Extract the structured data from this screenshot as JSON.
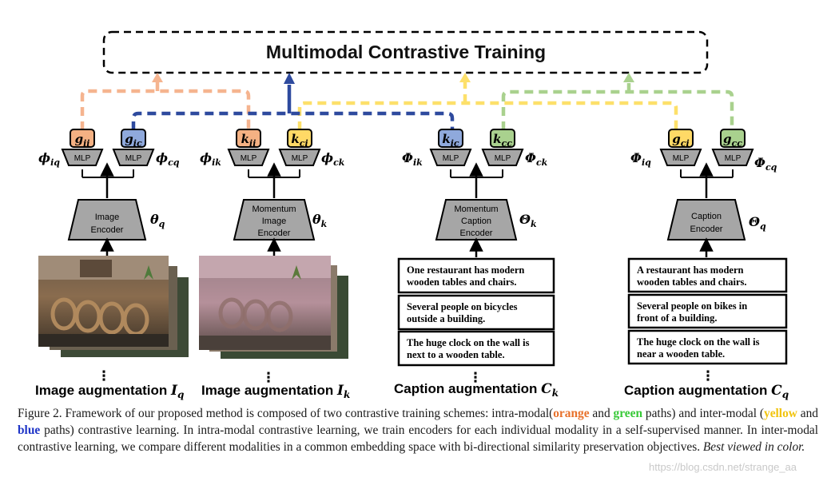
{
  "title": "Multimodal Contrastive Training",
  "heads": {
    "mlp_label": "MLP",
    "g_ii": "g_ii",
    "g_ic": "g_ic",
    "k_ii": "k_ii",
    "k_ci": "k_ci",
    "k_ic": "k_ic",
    "k_cc": "k_cc",
    "g_ci": "g_ci",
    "g_cc": "g_cc"
  },
  "phi": {
    "phi_iq": "ϕ_iq",
    "phi_cq": "ϕ_cq",
    "phi_ik": "ϕ_ik",
    "phi_ck": "ϕ_ck",
    "Phi_ik": "Φ_ik",
    "Phi_ck": "Φ_ck",
    "Phi_iq": "Φ_iq",
    "Phi_cq": "Φ_cq"
  },
  "encoders": {
    "image": {
      "lines": [
        "Image",
        "Encoder"
      ],
      "param": "θ_q"
    },
    "momentum_image": {
      "lines": [
        "Momentum",
        "Image",
        "Encoder"
      ],
      "param": "θ_k"
    },
    "momentum_caption": {
      "lines": [
        "Momentum",
        "Caption",
        "Encoder"
      ],
      "param": "Θ_k"
    },
    "caption": {
      "lines": [
        "Caption",
        "Encoder"
      ],
      "param": "Θ_q"
    }
  },
  "captions_k": [
    [
      "One restaurant has modern",
      "wooden tables and chairs."
    ],
    [
      "Several people on bicycles",
      "outside a building."
    ],
    [
      "The huge clock on the wall is",
      "next to a wooden table."
    ]
  ],
  "captions_q": [
    [
      "A restaurant has modern",
      "wooden tables and chairs."
    ],
    [
      "Several people on bikes in",
      "front of a building."
    ],
    [
      "The huge clock on the wall is",
      "near a wooden table."
    ]
  ],
  "ellipsis": "⋮",
  "bottom_labels": {
    "img_q": {
      "text": "Image augmentation ",
      "sym": "I",
      "sub": "q"
    },
    "img_k": {
      "text": "Image augmentation ",
      "sym": "I",
      "sub": "k"
    },
    "cap_k": {
      "text": "Caption augmentation ",
      "sym": "C",
      "sub": "k"
    },
    "cap_q": {
      "text": "Caption augmentation ",
      "sym": "C",
      "sub": "q"
    }
  },
  "figure_caption": {
    "p1": "Figure 2. Framework of our proposed method is composed of two contrastive training schemes: intra-modal(",
    "orange": "orange",
    "and1": " and ",
    "green": "green",
    "p2": " paths) and inter-modal (",
    "yellow": "yellow",
    "and2": " and ",
    "blue": "blue",
    "p3": " paths) contrastive learning. In intra-modal contrastive learning, we train encoders for each individual modality in a self-supervised manner. In inter-modal contrastive learning, we compare different modalities in a common embedding space with bi-directional similarity preservation objectives. ",
    "italic": "Best viewed in color."
  },
  "watermark": "https://blog.csdn.net/strange_aa",
  "colors": {
    "orange_path": "#f5b48f",
    "blue_path": "#2e4a9e",
    "yellow_path": "#fde06a",
    "green_path": "#a9d18e",
    "orange_fill": "#f4b183",
    "blue_fill": "#8fa9dc",
    "yellow_fill": "#ffd966",
    "green_fill": "#a9d18e",
    "mlp_fill": "#a6a6a6",
    "encoder_fill": "#a6a6a6",
    "caption_orange": "#e8712b",
    "caption_green": "#38c938",
    "caption_yellow": "#f1c40f",
    "caption_blue": "#1f35c7"
  }
}
